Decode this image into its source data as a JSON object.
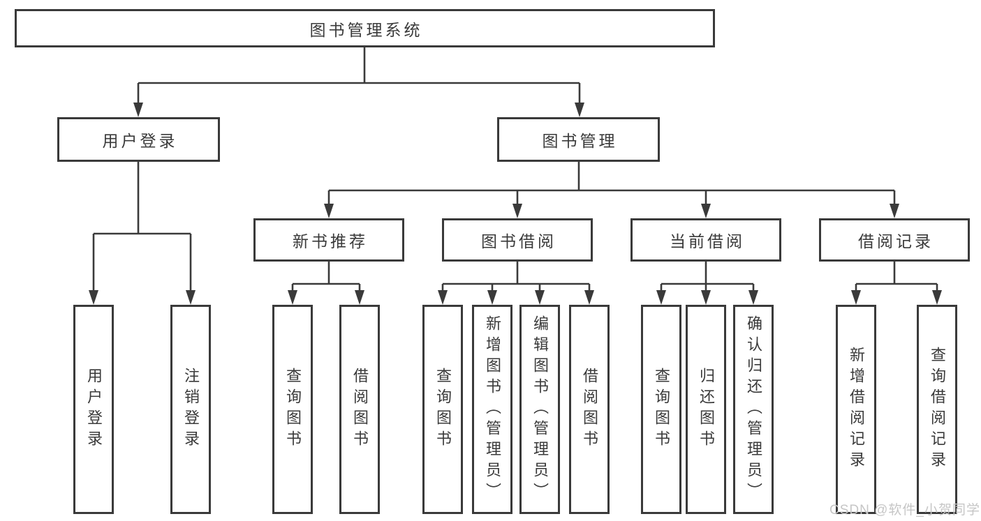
{
  "colors": {
    "line": "#3a3a3a",
    "text": "#3a3a3a",
    "background": "#ffffff",
    "box_bg": "#ffffff",
    "watermark": "#c6c6c6"
  },
  "watermark": "CSDN @软件_小贺同学",
  "tree": {
    "root": "图书管理系统",
    "children": [
      {
        "label": "用户登录",
        "children": [
          "用户登录",
          "注销登录"
        ]
      },
      {
        "label": "图书管理",
        "children": [
          {
            "label": "新书推荐",
            "children": [
              "查询图书",
              "借阅图书"
            ]
          },
          {
            "label": "图书借阅",
            "children": [
              "查询图书",
              "新增图书（管理员）",
              "编辑图书（管理员）",
              "借阅图书"
            ]
          },
          {
            "label": "当前借阅",
            "children": [
              "查询图书",
              "归还图书",
              "确认归还（管理员）"
            ]
          },
          {
            "label": "借阅记录",
            "children": [
              "新增借阅记录",
              "查询借阅记录"
            ]
          }
        ]
      }
    ]
  }
}
